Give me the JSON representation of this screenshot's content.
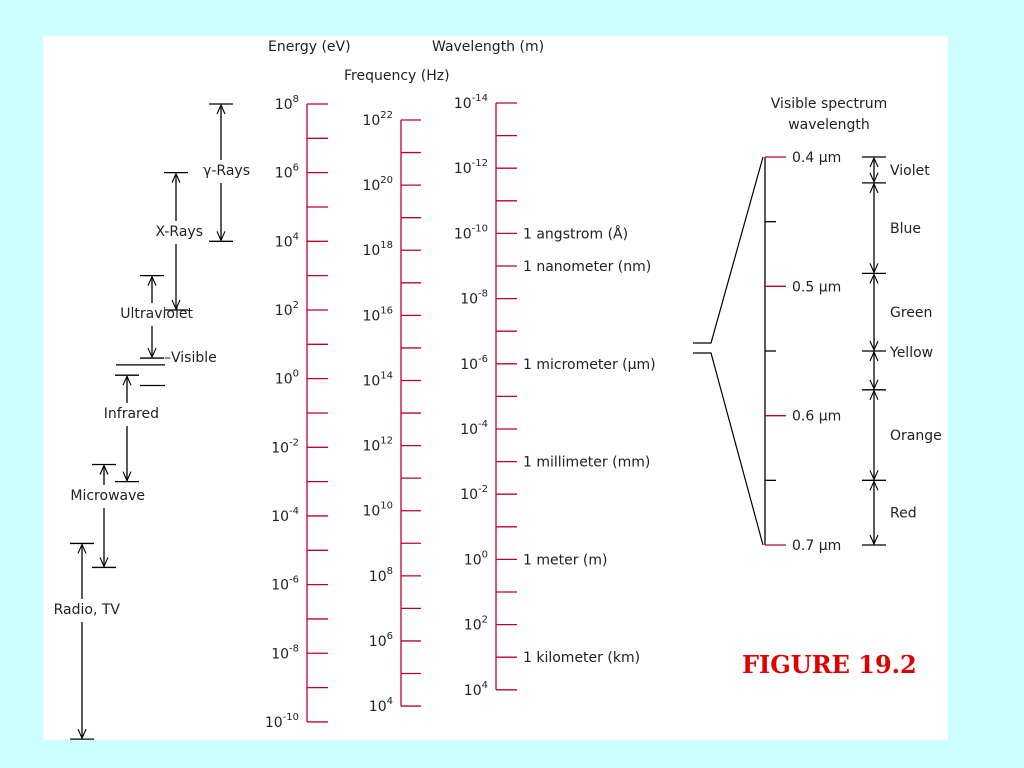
{
  "colors": {
    "background": "#ccffff",
    "panel": "#ffffff",
    "scale_line": "#c00030",
    "black": "#000000",
    "figure_label": "#e00000"
  },
  "axis_titles": {
    "energy": "Energy (eV)",
    "frequency": "Frequency (Hz)",
    "wavelength": "Wavelength (m)",
    "visible_line1": "Visible spectrum",
    "visible_line2": "wavelength"
  },
  "energy_scale": {
    "base": "10",
    "exponents": [
      "8",
      "6",
      "4",
      "2",
      "0",
      "-2",
      "-4",
      "-6",
      "-8",
      "-10"
    ]
  },
  "frequency_scale": {
    "base": "10",
    "exponents": [
      "22",
      "20",
      "18",
      "16",
      "14",
      "12",
      "10",
      "8",
      "6",
      "4"
    ]
  },
  "wavelength_scale": {
    "base": "10",
    "exponents": [
      "-14",
      "-12",
      "-10",
      "-8",
      "-6",
      "-4",
      "-2",
      "0",
      "2",
      "4"
    ],
    "unit_labels": [
      {
        "text": "1 angstrom (Å)",
        "exp": -10
      },
      {
        "text": "1 nanometer (nm)",
        "exp": -9
      },
      {
        "text": "1 micrometer (µm)",
        "exp": -6
      },
      {
        "text": "1 millimeter (mm)",
        "exp": -3
      },
      {
        "text": "1 meter (m)",
        "exp": 0
      },
      {
        "text": "1 kilometer (km)",
        "exp": 3
      }
    ]
  },
  "regions": [
    {
      "name": "γ-Rays",
      "energy_range_exp": [
        8,
        4
      ]
    },
    {
      "name": "X-Rays",
      "energy_range_exp": [
        6,
        2
      ]
    },
    {
      "name": "Ultraviolet",
      "energy_range_exp": [
        3,
        0.6
      ]
    },
    {
      "name": "Visible",
      "energy_range_exp": [
        0.4,
        -0.2
      ]
    },
    {
      "name": "Infrared",
      "energy_range_exp": [
        0.1,
        -3
      ]
    },
    {
      "name": "Microwave",
      "energy_range_exp": [
        -2.5,
        -5.5
      ]
    },
    {
      "name": "Radio, TV",
      "energy_range_exp": [
        -4.8,
        -10.5
      ]
    }
  ],
  "visible_spectrum": {
    "ticks": [
      "0.4 µm",
      "0.5 µm",
      "0.6 µm",
      "0.7 µm"
    ],
    "tick_values_um": [
      0.4,
      0.5,
      0.6,
      0.7
    ],
    "colors": [
      {
        "name": "Violet",
        "range_um": [
          0.4,
          0.42
        ]
      },
      {
        "name": "Blue",
        "range_um": [
          0.42,
          0.49
        ]
      },
      {
        "name": "Green",
        "range_um": [
          0.49,
          0.55
        ]
      },
      {
        "name": "Yellow",
        "range_um": [
          0.55,
          0.58
        ]
      },
      {
        "name": "Orange",
        "range_um": [
          0.58,
          0.65
        ]
      },
      {
        "name": "Red",
        "range_um": [
          0.65,
          0.7
        ]
      }
    ]
  },
  "figure_label": "FIGURE 19.2"
}
